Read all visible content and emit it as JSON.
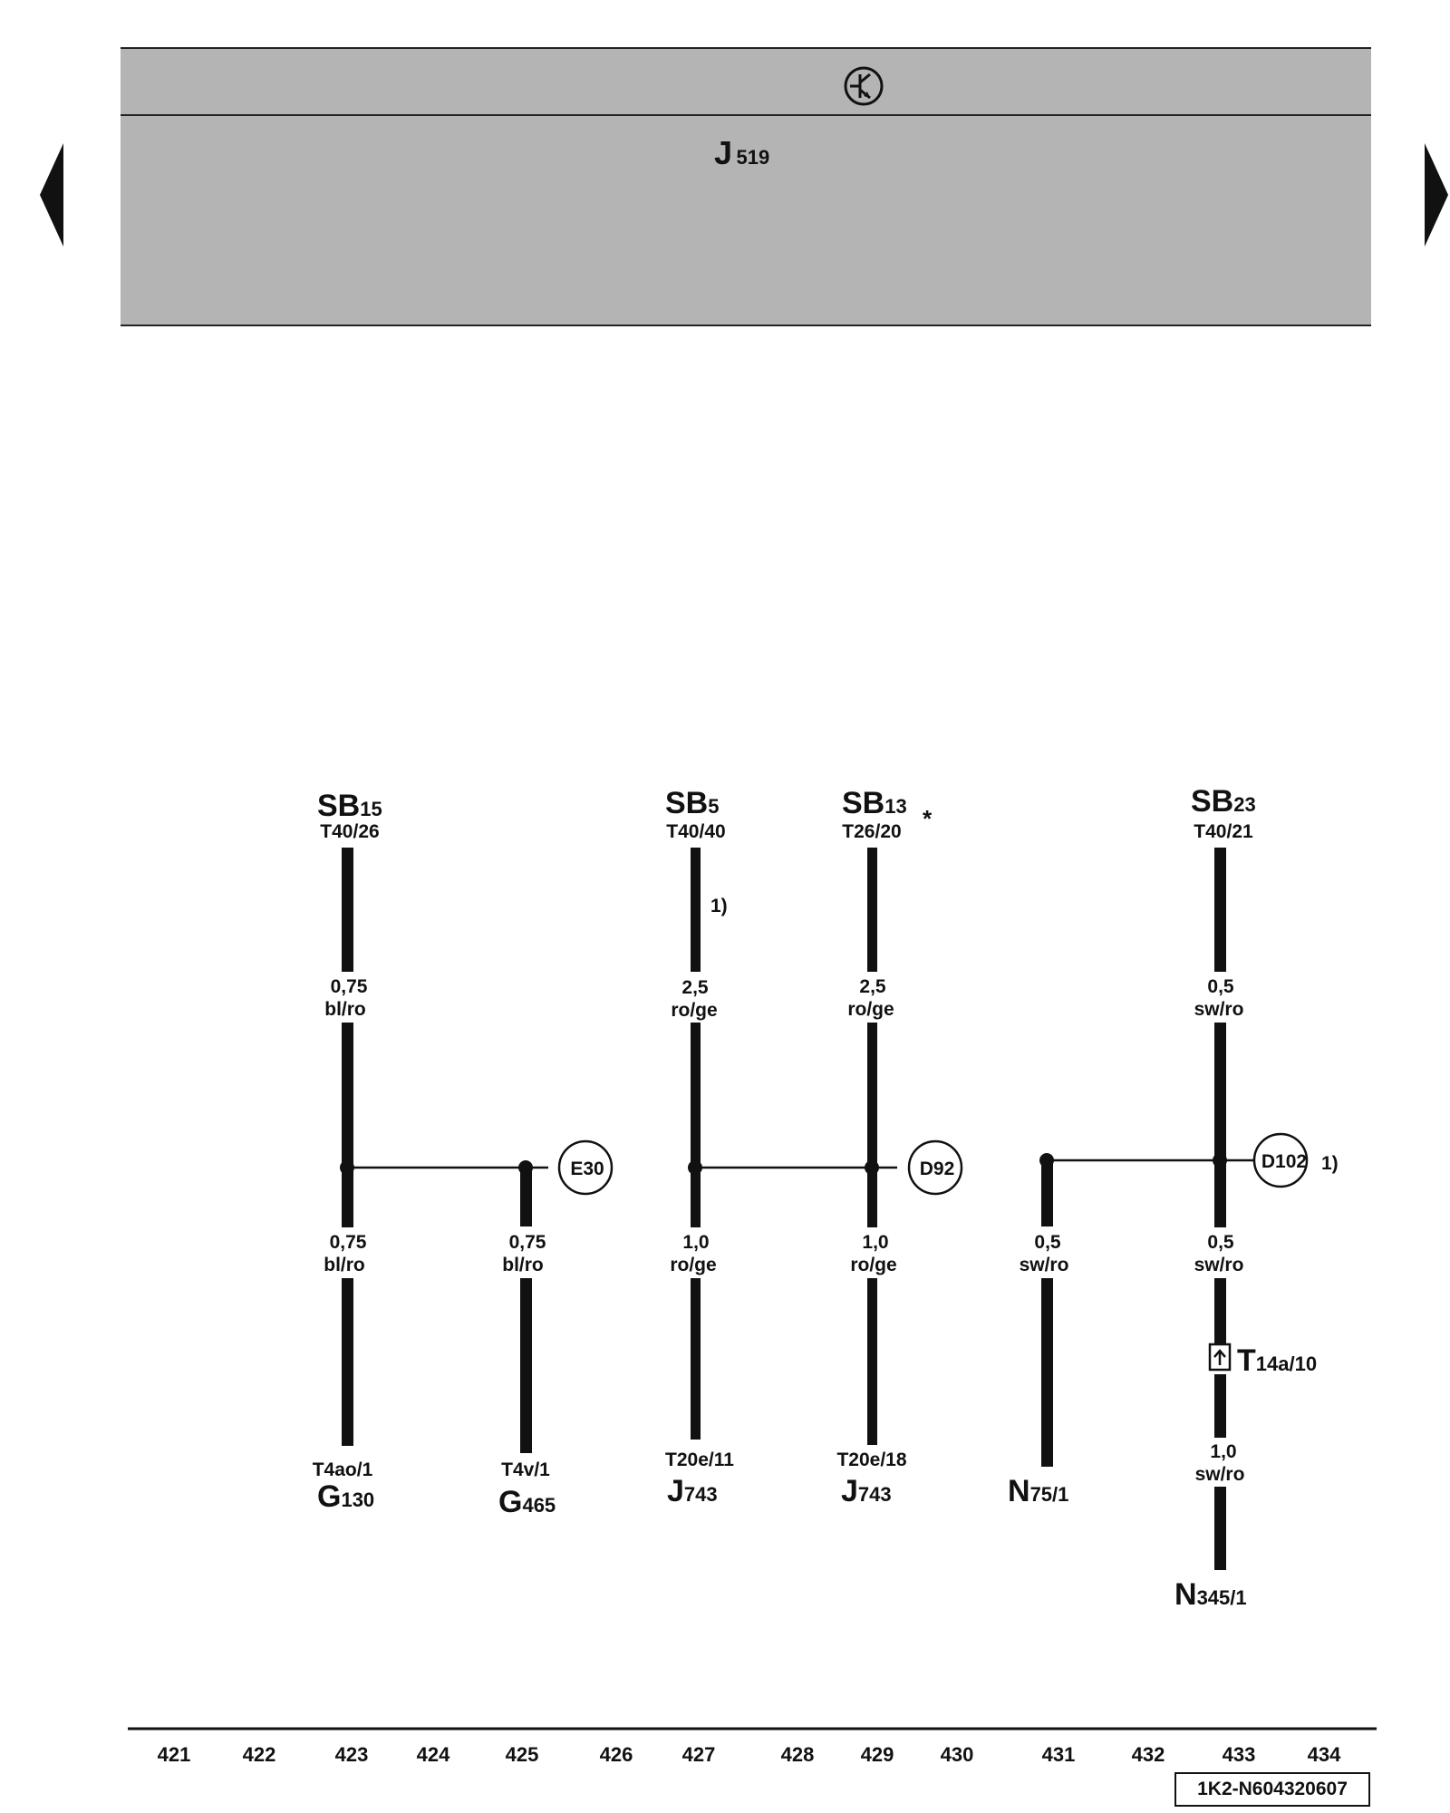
{
  "header": {
    "control_unit": {
      "letter": "J",
      "number": "519"
    }
  },
  "navigation": {
    "prev_icon": "triangle-left-icon",
    "next_icon": "triangle-right-icon"
  },
  "fuses": [
    {
      "name": "SB",
      "num": "15",
      "terminal": "T40/26"
    },
    {
      "name": "SB",
      "num": "5",
      "terminal": "T40/40"
    },
    {
      "name": "SB",
      "num": "13",
      "terminal": "T26/20",
      "mark": "*"
    },
    {
      "name": "SB",
      "num": "23",
      "terminal": "T40/21"
    }
  ],
  "wires": [
    {
      "size": "0,75",
      "color": "bl/ro"
    },
    {
      "size": "2,5",
      "color": "ro/ge"
    },
    {
      "size": "2,5",
      "color": "ro/ge"
    },
    {
      "size": "0,5",
      "color": "sw/ro"
    },
    {
      "size": "0,75",
      "color": "bl/ro"
    },
    {
      "size": "0,75",
      "color": "bl/ro"
    },
    {
      "size": "1,0",
      "color": "ro/ge"
    },
    {
      "size": "1,0",
      "color": "ro/ge"
    },
    {
      "size": "0,5",
      "color": "sw/ro"
    },
    {
      "size": "0,5",
      "color": "sw/ro"
    },
    {
      "size": "1,0",
      "color": "sw/ro"
    }
  ],
  "connections": [
    "E30",
    "D92",
    "D102"
  ],
  "footnotes": [
    "1)",
    "1)"
  ],
  "connector": {
    "letter": "T",
    "sub": "14a/10"
  },
  "components": [
    {
      "terminal": "T4ao/1",
      "letter": "G",
      "num": "130"
    },
    {
      "terminal": "T4v/1",
      "letter": "G",
      "num": "465"
    },
    {
      "terminal": "T20e/11",
      "letter": "J",
      "num": "743"
    },
    {
      "terminal": "T20e/18",
      "letter": "J",
      "num": "743"
    },
    {
      "terminal": "",
      "letter": "N",
      "num": "75/1"
    },
    {
      "terminal": "",
      "letter": "N",
      "num": "345/1"
    }
  ],
  "scale": [
    "421",
    "422",
    "423",
    "424",
    "425",
    "426",
    "427",
    "428",
    "429",
    "430",
    "431",
    "432",
    "433",
    "434"
  ],
  "document_id": "1K2-N604320607"
}
